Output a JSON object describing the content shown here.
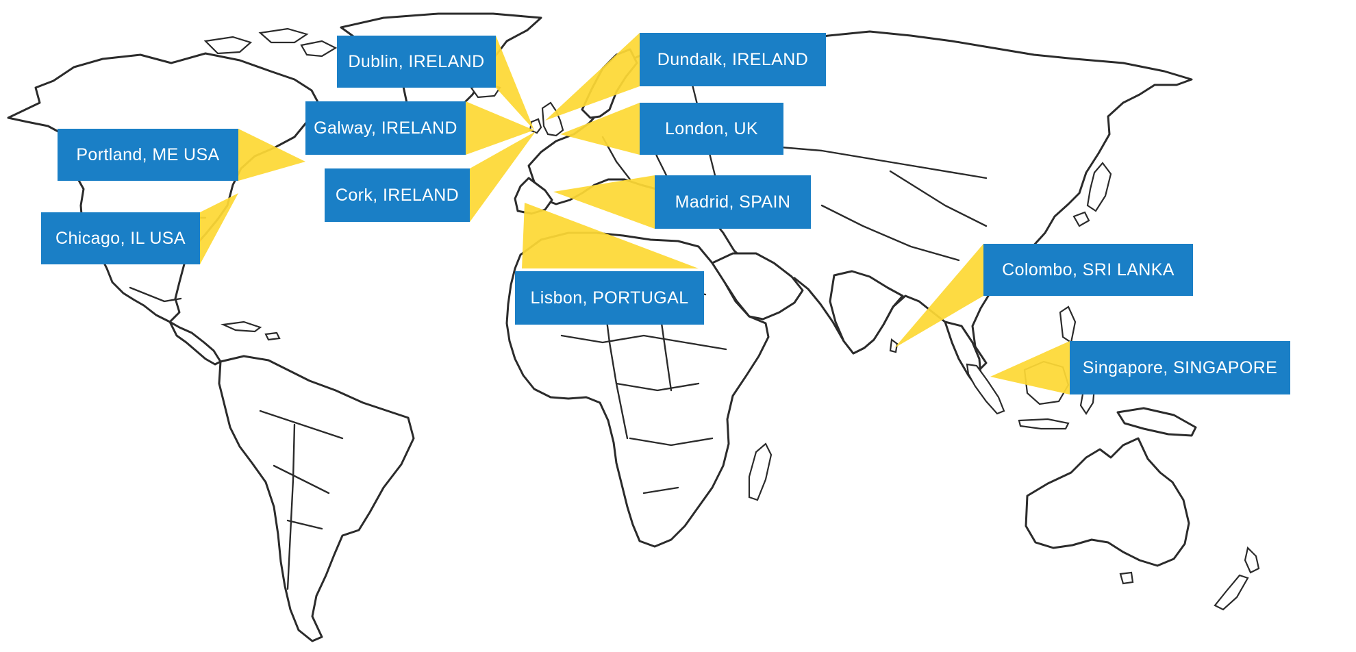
{
  "colors": {
    "label_background": "#1a7fc6",
    "label_text": "#ffffff",
    "pointer": "#fdd835",
    "land_outline": "#2b2b2b"
  },
  "locations": [
    {
      "id": "dublin",
      "label": "Dublin, IRELAND"
    },
    {
      "id": "dundalk",
      "label": "Dundalk, IRELAND"
    },
    {
      "id": "galway",
      "label": "Galway, IRELAND"
    },
    {
      "id": "london",
      "label": "London, UK"
    },
    {
      "id": "portland",
      "label": "Portland, ME USA"
    },
    {
      "id": "cork",
      "label": "Cork, IRELAND"
    },
    {
      "id": "madrid",
      "label": "Madrid, SPAIN"
    },
    {
      "id": "chicago",
      "label": "Chicago, IL USA"
    },
    {
      "id": "colombo",
      "label": "Colombo, SRI LANKA"
    },
    {
      "id": "lisbon",
      "label": "Lisbon, PORTUGAL"
    },
    {
      "id": "singapore",
      "label": "Singapore, SINGAPORE"
    }
  ]
}
